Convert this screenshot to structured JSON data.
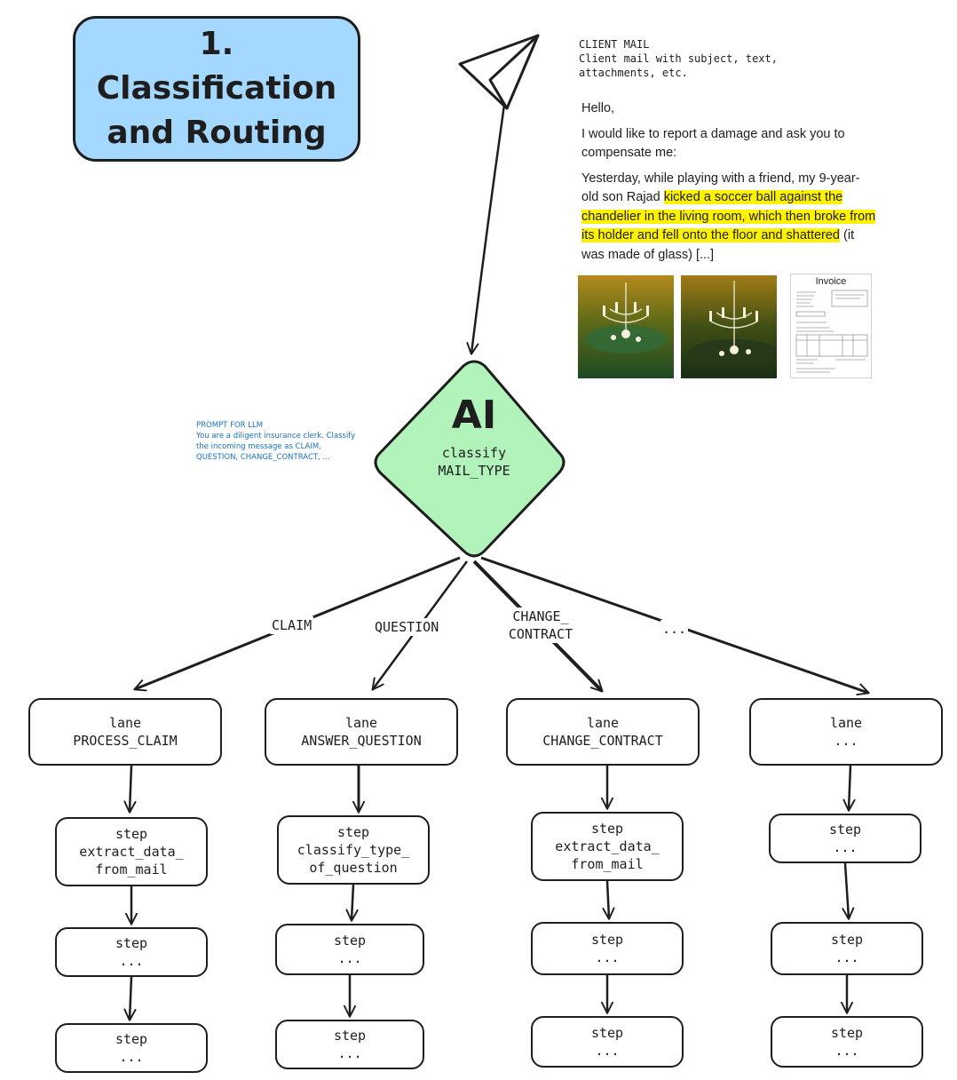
{
  "title": {
    "line1": "1. Classification",
    "line2": "and Routing"
  },
  "client_mail": {
    "caption_title": "CLIENT MAIL",
    "caption_text": "Client mail with subject, text, attachments, etc.",
    "greeting": "Hello,",
    "paragraph1": "I would like to report a damage and ask you to compensate me:",
    "paragraph2_before": "Yesterday, while playing with a friend, my 9-year-old son Rajad ",
    "paragraph2_highlight": "kicked a soccer ball against the chandelier in the living room, which then broke from its holder and fell onto the floor and shattered",
    "paragraph2_after": " (it was made of glass) [...]",
    "highlight_color": "#fff200"
  },
  "attachments": {
    "invoice_title": "Invoice"
  },
  "prompt": {
    "title": "PROMPT FOR LLM",
    "text": "You are a diligent insurance clerk. Classify the incoming message as CLAIM, QUESTION, CHANGE_CONTRACT, ..."
  },
  "ai_node": {
    "label": "AI",
    "action": "classify",
    "variable": "MAIL_TYPE",
    "fill": "#b2f2bb"
  },
  "edge_labels": {
    "claim": "CLAIM",
    "question": "QUESTION",
    "change_1": "CHANGE_",
    "change_2": "CONTRACT",
    "more": "..."
  },
  "lanes": [
    {
      "label": "lane",
      "name": "PROCESS_CLAIM",
      "steps": [
        {
          "label": "step",
          "lines": [
            "extract_data_",
            "from_mail"
          ]
        },
        {
          "label": "step",
          "lines": [
            "..."
          ]
        },
        {
          "label": "step",
          "lines": [
            "..."
          ]
        }
      ]
    },
    {
      "label": "lane",
      "name": "ANSWER_QUESTION",
      "steps": [
        {
          "label": "step",
          "lines": [
            "classify_type_",
            "of_question"
          ]
        },
        {
          "label": "step",
          "lines": [
            "..."
          ]
        },
        {
          "label": "step",
          "lines": [
            "..."
          ]
        }
      ]
    },
    {
      "label": "lane",
      "name": "CHANGE_CONTRACT",
      "steps": [
        {
          "label": "step",
          "lines": [
            "extract_data_",
            "from_mail"
          ]
        },
        {
          "label": "step",
          "lines": [
            "..."
          ]
        },
        {
          "label": "step",
          "lines": [
            "..."
          ]
        }
      ]
    },
    {
      "label": "lane",
      "name": "...",
      "steps": [
        {
          "label": "step",
          "lines": [
            "..."
          ]
        },
        {
          "label": "step",
          "lines": [
            "..."
          ]
        },
        {
          "label": "step",
          "lines": [
            "..."
          ]
        }
      ]
    }
  ],
  "colors": {
    "title_fill": "#a5d8ff",
    "ai_fill": "#b2f2bb",
    "prompt_text": "#1971c2",
    "stroke": "#1e1e1e"
  }
}
